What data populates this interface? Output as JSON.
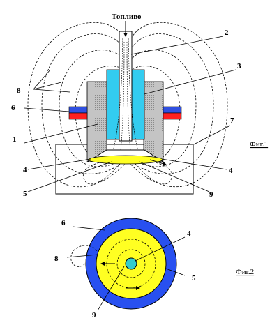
{
  "fuel_label": "Топливо",
  "fig1_caption": "Фиг.1",
  "fig2_caption": "Фиг.2",
  "fig1_numbers": {
    "n1": "1",
    "n2": "2",
    "n3": "3",
    "n4_left": "4",
    "n4_right": "4",
    "n5": "5",
    "n6": "6",
    "n7": "7",
    "n8": "8",
    "n9": "9"
  },
  "fig2_numbers": {
    "n4": "4",
    "n5": "5",
    "n6": "6",
    "n8": "8",
    "n9": "9"
  },
  "colors": {
    "magnet_blue": "#33ccf0",
    "core_gray": "#c8c8c8",
    "coil_red": "#ff2020",
    "coil_blue": "#3050e0",
    "disk_yellow": "#ffff22",
    "ring_blue": "#2850f0",
    "center_cyan": "#33cccc"
  }
}
